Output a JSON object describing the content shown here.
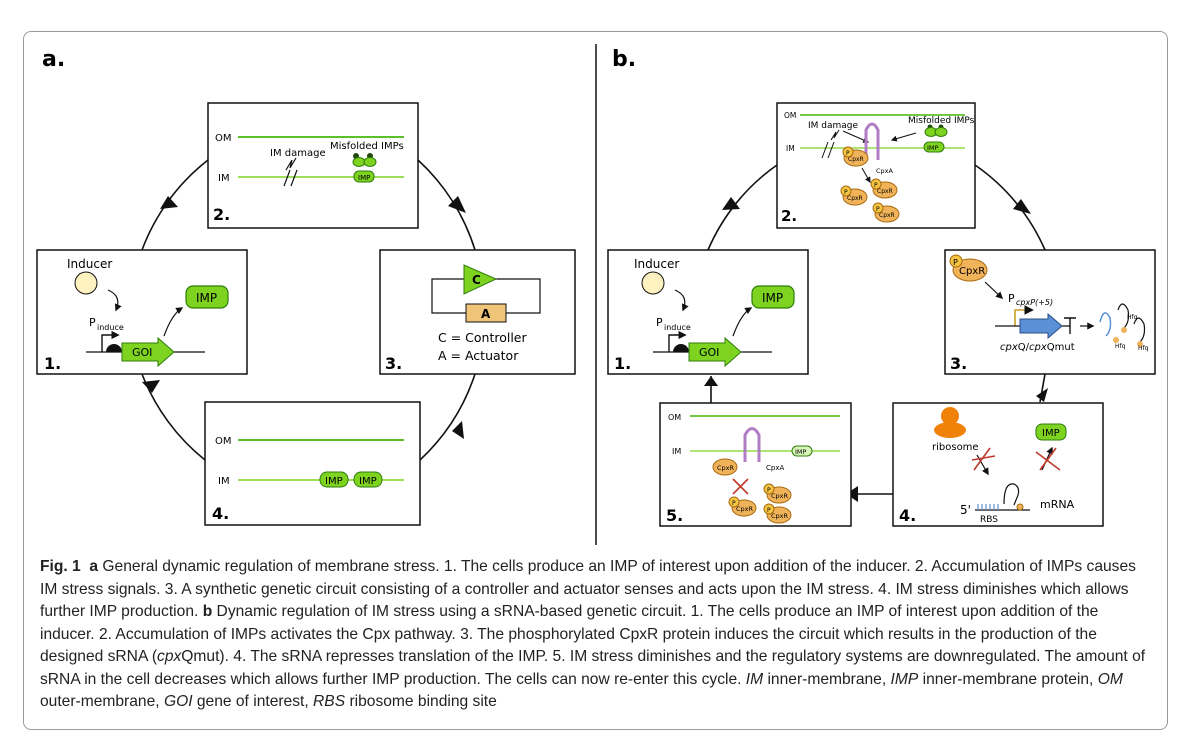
{
  "panel_a": {
    "label": "a.",
    "box1": {
      "num": "1.",
      "inducer": "Inducer",
      "promoter": "P",
      "promoter_sub": "induce",
      "gene": "GOI",
      "product": "IMP"
    },
    "box2": {
      "num": "2.",
      "om": "OM",
      "im": "IM",
      "damage": "IM damage",
      "misfolded": "Misfolded IMPs",
      "imp": "IMP"
    },
    "box3": {
      "num": "3.",
      "controller_symbol": "C",
      "actuator_symbol": "A",
      "legend_c": "C = Controller",
      "legend_a": "A = Actuator"
    },
    "box4": {
      "num": "4.",
      "om": "OM",
      "im": "IM",
      "imp1": "IMP",
      "imp2": "IMP"
    }
  },
  "panel_b": {
    "label": "b.",
    "box1": {
      "num": "1.",
      "inducer": "Inducer",
      "promoter": "P",
      "promoter_sub": "induce",
      "gene": "GOI",
      "product": "IMP"
    },
    "box2": {
      "num": "2.",
      "om": "OM",
      "im": "IM",
      "damage": "IM damage",
      "misfolded": "Misfolded IMPs",
      "imp": "IMP",
      "cpxa": "CpxA",
      "cpxr": "CpxR",
      "p": "P"
    },
    "box3": {
      "num": "3.",
      "cpxr": "CpxR",
      "p": "P",
      "promoter": "P",
      "promoter_sub": "cpxP(+5)",
      "gene_a": "cpx",
      "gene_b": "Q/",
      "gene_c": "cpx",
      "gene_d": "Qmut",
      "hfq": "Hfq"
    },
    "box4": {
      "num": "4.",
      "ribosome": "ribosome",
      "imp": "IMP",
      "five": "5'",
      "rbs": "RBS",
      "mrna": "mRNA"
    },
    "box5": {
      "num": "5.",
      "om": "OM",
      "im": "IM",
      "imp": "IMP",
      "cpxa": "CpxA",
      "cpxr": "CpxR",
      "p": "P"
    }
  },
  "caption": {
    "fig_label": "Fig. 1",
    "a_label": "a",
    "a_text": " General dynamic regulation of membrane stress. 1. The cells produce an IMP of interest upon addition of the inducer. 2. Accumulation of IMPs causes IM stress signals. 3. A synthetic genetic circuit consisting of a controller and actuator senses and acts upon the IM stress. 4. IM stress diminishes which allows further IMP production.",
    "b_label": "b",
    "b_text_1": " Dynamic regulation of IM stress using a sRNA-based genetic circuit. 1. The cells produce an IMP of interest upon addition of the inducer. 2. Accumulation of IMPs activates the Cpx pathway. 3. The phosphorylated CpxR protein induces the circuit which results in the production of the designed sRNA (",
    "b_cpx": "cpx",
    "b_text_2": "Qmut). 4. The sRNA represses translation of the IMP. 5. IM stress diminishes and the regulatory systems are downregulated. The amount of sRNA in the cell decreases which allows further IMP production. The cells can now re-enter this cycle. ",
    "abbr_im": "IM",
    "def_im": " inner-membrane, ",
    "abbr_imp": "IMP",
    "def_imp": " inner-membrane protein, ",
    "abbr_om": "OM",
    "def_om": " outer-membrane, ",
    "abbr_goi": "GOI",
    "def_goi": " gene of interest, ",
    "abbr_rbs": "RBS",
    "def_rbs": " ribosome binding site"
  },
  "colors": {
    "green": "#7ed321",
    "green_dark": "#2e7d0a",
    "membrane": "#5fbf2a",
    "orange": "#f0b35a",
    "yellow": "#f6c542",
    "purple": "#b07cc6",
    "blue": "#5b8fd6",
    "red": "#c0392b"
  }
}
